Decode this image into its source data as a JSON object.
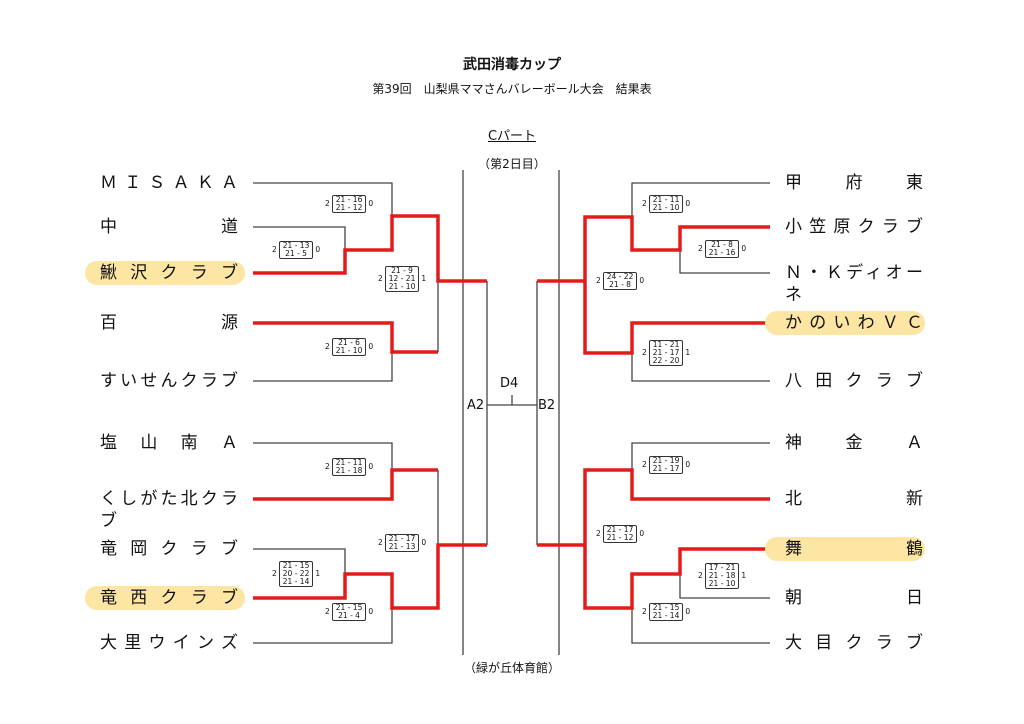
{
  "header": {
    "title": "武田消毒カップ",
    "subtitle": "第39回　山梨県ママさんバレーボール大会　結果表",
    "part": "Cパート",
    "day": "（第2日目）",
    "venue": "（緑が丘体育館）"
  },
  "labels": {
    "final": "D4",
    "left_block": "A2",
    "right_block": "B2"
  },
  "left_teams": [
    "ＭＩＳＡＫＡ",
    "中道",
    "鰍沢クラブ",
    "百源",
    "すいせんクラブ",
    "塩山南Ａ",
    "くしがた北クラブ",
    "竜岡クラブ",
    "竜西クラブ",
    "大里ウインズ"
  ],
  "right_teams": [
    "甲府東",
    "小笠原クラブ",
    "Ｎ・Ｋディオーネ",
    "かのいわＶＣ",
    "八田クラブ",
    "神金Ａ",
    "北新",
    "舞鶴",
    "朝日",
    "大目クラブ"
  ],
  "highlighted": [
    "鰍沢クラブ",
    "竜西クラブ",
    "かのいわＶＣ",
    "舞鶴"
  ],
  "colors": {
    "winner_line": "#e31b1b",
    "line": "#444444",
    "highlight": "#fde5a3"
  },
  "scores": [
    {
      "l": "2",
      "sets": [
        "21 - 16",
        "21 - 12"
      ],
      "r": "0"
    },
    {
      "l": "2",
      "sets": [
        "21 - 13",
        "21 - 5"
      ],
      "r": "0"
    },
    {
      "l": "2",
      "sets": [
        "21 - 9",
        "12 - 21",
        "21 - 10"
      ],
      "r": "1"
    },
    {
      "l": "2",
      "sets": [
        "21 - 6",
        "21 - 10"
      ],
      "r": "0"
    },
    {
      "l": "2",
      "sets": [
        "21 - 11",
        "21 - 18"
      ],
      "r": "0"
    },
    {
      "l": "2",
      "sets": [
        "21 - 17",
        "21 - 13"
      ],
      "r": "0"
    },
    {
      "l": "2",
      "sets": [
        "21 - 15",
        "20 - 22",
        "21 - 14"
      ],
      "r": "1"
    },
    {
      "l": "2",
      "sets": [
        "21 - 15",
        "21 - 4"
      ],
      "r": "0"
    },
    {
      "l": "2",
      "sets": [
        "21 - 11",
        "21 - 10"
      ],
      "r": "0"
    },
    {
      "l": "2",
      "sets": [
        "21 - 8",
        "21 - 16"
      ],
      "r": "0"
    },
    {
      "l": "2",
      "sets": [
        "24 - 22",
        "21 - 8"
      ],
      "r": "0"
    },
    {
      "l": "2",
      "sets": [
        "11 - 21",
        "21 - 17",
        "22 - 20"
      ],
      "r": "1"
    },
    {
      "l": "2",
      "sets": [
        "21 - 19",
        "21 - 17"
      ],
      "r": "0"
    },
    {
      "l": "2",
      "sets": [
        "21 - 17",
        "21 - 12"
      ],
      "r": "0"
    },
    {
      "l": "2",
      "sets": [
        "17 - 21",
        "21 - 18",
        "21 - 10"
      ],
      "r": "1"
    },
    {
      "l": "2",
      "sets": [
        "21 - 15",
        "21 - 14"
      ],
      "r": "0"
    }
  ]
}
